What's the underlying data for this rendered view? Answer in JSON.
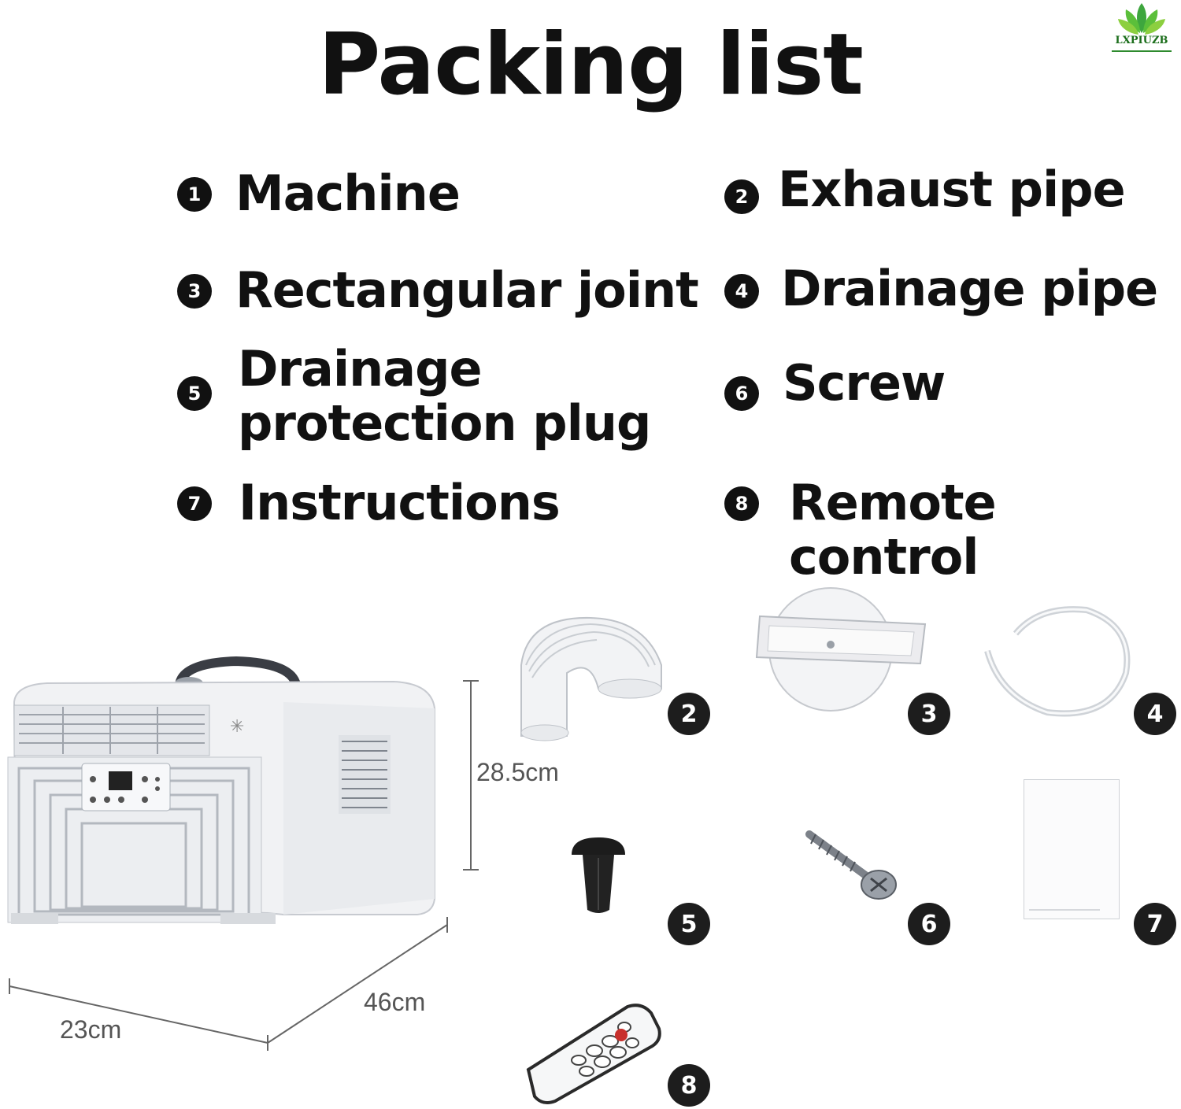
{
  "title": "Packing list",
  "logo": {
    "text": "LXPIUZB"
  },
  "items": [
    {
      "num": "1",
      "label": "Machine"
    },
    {
      "num": "2",
      "label": "Exhaust pipe"
    },
    {
      "num": "3",
      "label": "Rectangular joint"
    },
    {
      "num": "4",
      "label": "Drainage pipe"
    },
    {
      "num": "5",
      "label": "Drainage protection plug"
    },
    {
      "num": "6",
      "label": "Screw"
    },
    {
      "num": "7",
      "label": "Instructions"
    },
    {
      "num": "8",
      "label": "Remote control"
    }
  ],
  "dimensions": {
    "height": "28.5cm",
    "width": "46cm",
    "depth": "23cm"
  },
  "photo_badges": [
    "2",
    "3",
    "4",
    "5",
    "6",
    "7",
    "8"
  ],
  "colors": {
    "badge": "#1d1d1d",
    "text": "#111111",
    "logo_green": "#2e8b2e",
    "remote_button": "#c8302c"
  }
}
